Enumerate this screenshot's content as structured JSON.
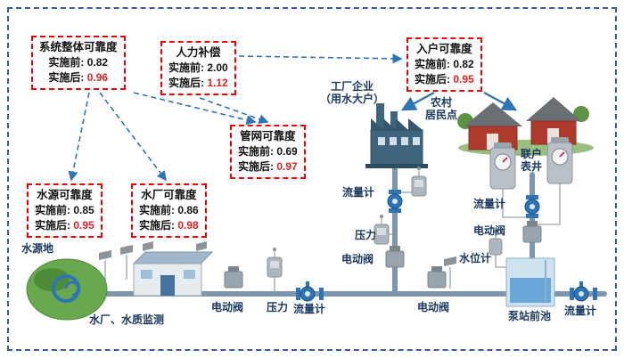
{
  "colors": {
    "box_border_red": "#f00000",
    "after_value_red": "#e02020",
    "label_navy": "#17375e",
    "arrow_blue": "#2e75b6",
    "pipe_blue_gray": "#7d96ad",
    "frame_dashed_blue": "#3a5ba0"
  },
  "metric_boxes": {
    "system": {
      "title": "系统整体可靠度",
      "before_label": "实施前:",
      "before_value": "0.82",
      "after_label": "实施后:",
      "after_value": "0.96"
    },
    "manpower": {
      "title": "人力补偿",
      "before_label": "实施前:",
      "before_value": "2.00",
      "after_label": "实施后:",
      "after_value": "1.12"
    },
    "household": {
      "title": "入户可靠度",
      "before_label": "实施前:",
      "before_value": "0.82",
      "after_label": "实施后:",
      "after_value": "0.95"
    },
    "network": {
      "title": "管网可靠度",
      "before_label": "实施前:",
      "before_value": "0.69",
      "after_label": "实施后:",
      "after_value": "0.97"
    },
    "source": {
      "title": "水源可靠度",
      "before_label": "实施前:",
      "before_value": "0.85",
      "after_label": "实施后:",
      "after_value": "0.95"
    },
    "plant": {
      "title": "水厂可靠度",
      "before_label": "实施前:",
      "before_value": "0.86",
      "after_label": "实施后:",
      "after_value": "0.98"
    }
  },
  "labels": {
    "factory_line1": "工厂企业",
    "factory_line2": "（用水大户）",
    "rural_line1": "农村",
    "rural_line2": "居民点",
    "meter_well_line1": "联户",
    "meter_well_line2": "表井",
    "flow_meter_riser": "流量计",
    "pressure_riser": "压力",
    "valve_riser": "电动阀",
    "flow_meter_right": "流量计",
    "valve_right": "电动阀",
    "water_level": "水位计",
    "water_source": "水源地",
    "plant_monitor": "水厂、水质监测",
    "valve_bottom_left": "电动阀",
    "pressure_bottom": "压力",
    "flow_meter_bottom": "流量计",
    "valve_bottom_mid": "电动阀",
    "pump_forebay": "泵站前池",
    "flow_meter_bottom_right": "流量计"
  }
}
